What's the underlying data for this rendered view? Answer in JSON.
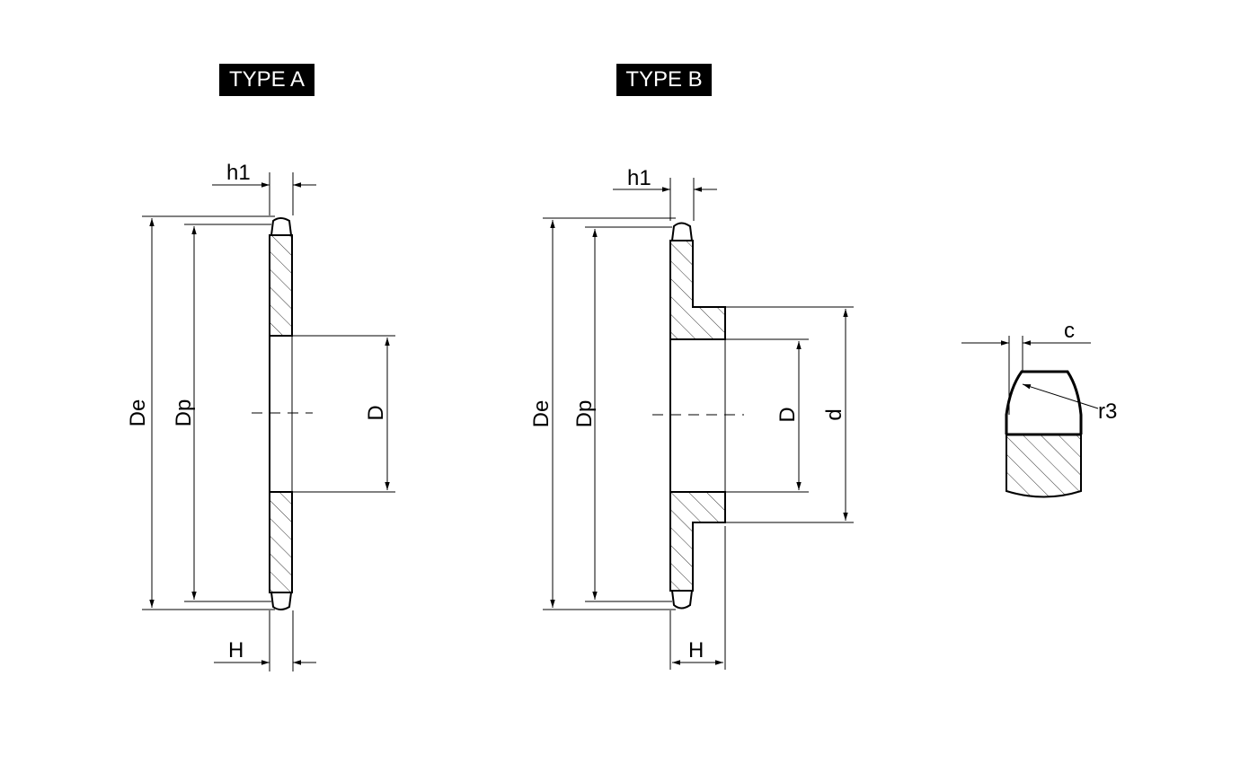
{
  "types": {
    "a": "TYPE A",
    "b": "TYPE B"
  },
  "labels": {
    "h1": "h1",
    "H": "H",
    "De": "De",
    "Dp": "Dp",
    "D": "D",
    "d": "d",
    "c": "c",
    "r3": "r3"
  }
}
